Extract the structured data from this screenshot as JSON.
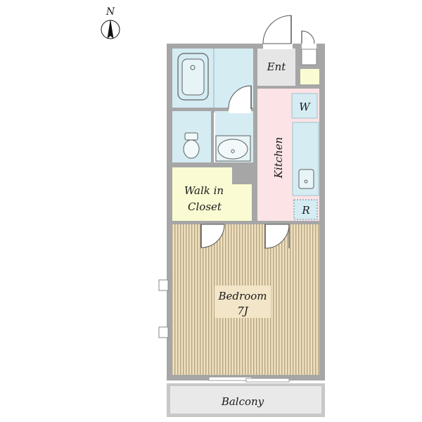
{
  "compass": {
    "label": "N"
  },
  "rooms": {
    "entrance": {
      "label": "Ent"
    },
    "kitchen": {
      "label": "Kitchen"
    },
    "washer": {
      "label": "W"
    },
    "refrigerator": {
      "label": "R"
    },
    "walk_in_closet": {
      "line1": "Walk in",
      "line2": "Closet"
    },
    "bedroom": {
      "line1": "Bedroom",
      "line2": "7J"
    },
    "balcony": {
      "label": "Balcony"
    }
  },
  "colors": {
    "wall": "#a6a6a6",
    "wet_area": "#d4ecf2",
    "kitchen": "#fbe3e6",
    "closet": "#fafbd2",
    "entrance": "#e6e6e6",
    "bedroom_floor": "#efe0c1",
    "bedroom_stripe": "#b5a47f",
    "balcony": "#e9e9e9",
    "label_plate": "#f3e6c8"
  }
}
